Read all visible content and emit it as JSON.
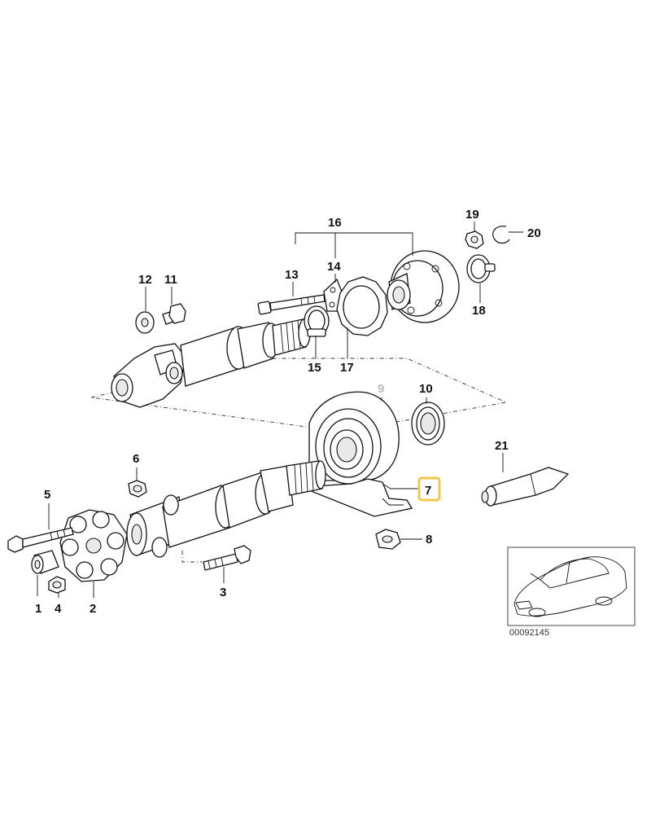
{
  "diagram": {
    "part_labels": {
      "p1": "1",
      "p2": "2",
      "p3": "3",
      "p4": "4",
      "p5": "5",
      "p6": "6",
      "p7": "7",
      "p8": "8",
      "p9": "9",
      "p10": "10",
      "p11": "11",
      "p12": "12",
      "p13": "13",
      "p14": "14",
      "p15": "15",
      "p16": "16",
      "p17": "17",
      "p18": "18",
      "p19": "19",
      "p20": "20",
      "p21": "21"
    },
    "highlighted_part": "7",
    "highlight_color": "#f2c94c",
    "reference_number": "00092145"
  }
}
